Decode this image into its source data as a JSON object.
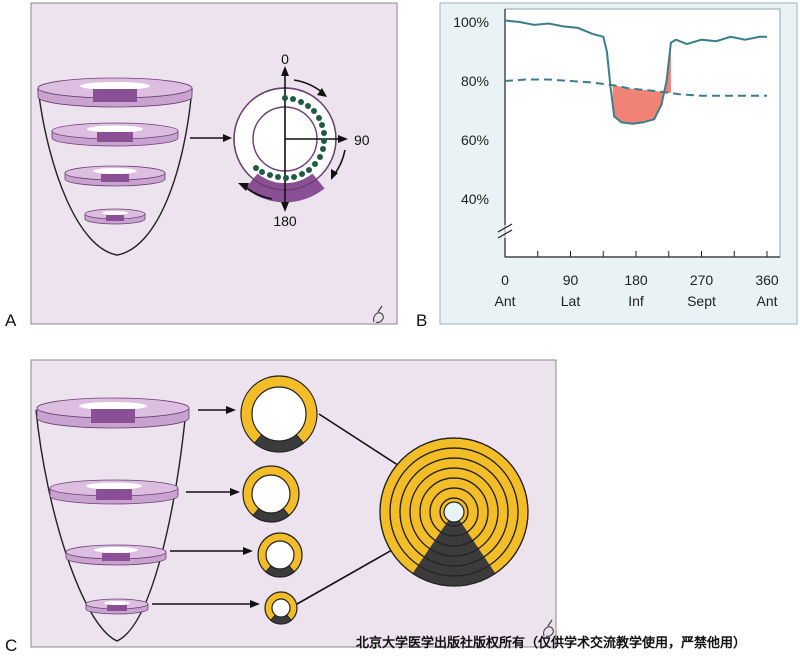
{
  "panels": {
    "a": {
      "label": "A",
      "angles": {
        "top": "0",
        "right": "90",
        "bottom": "180"
      }
    },
    "b": {
      "label": "B",
      "y_ticks": [
        "100%",
        "80%",
        "60%",
        "40%"
      ],
      "x_ticks": [
        {
          "value": "0",
          "name": "Ant"
        },
        {
          "value": "90",
          "name": "Lat"
        },
        {
          "value": "180",
          "name": "Inf"
        },
        {
          "value": "270",
          "name": "Sept"
        },
        {
          "value": "360",
          "name": "Ant"
        }
      ],
      "chart_data": {
        "type": "line",
        "x_unit_ticks": [
          0,
          90,
          180,
          270,
          360
        ],
        "series": [
          {
            "style": "solid",
            "color": "#3a7e8e",
            "x": [
              0,
              20,
              40,
              60,
              80,
              100,
              120,
              135,
              140,
              145,
              150,
              160,
              175,
              190,
              205,
              215,
              222,
              228,
              235,
              250,
              270,
              290,
              310,
              330,
              350,
              360
            ],
            "y": [
              100.5,
              100,
              99,
              99.5,
              98.5,
              98,
              96,
              95,
              90,
              78,
              68,
              66,
              65.5,
              66,
              67,
              72,
              80,
              93,
              94,
              92.5,
              94,
              93.5,
              95,
              94,
              95,
              95
            ]
          },
          {
            "style": "dashed",
            "color": "#3a7e8e",
            "x": [
              0,
              30,
              60,
              90,
              120,
              150,
              170,
              190,
              210,
              240,
              270,
              300,
              330,
              360
            ],
            "y": [
              80,
              80.5,
              80.5,
              80,
              79.5,
              78.5,
              77.5,
              77,
              76.5,
              75.5,
              75,
              75,
              75,
              75
            ]
          }
        ],
        "shaded_region": {
          "x_from": 148,
          "x_to": 228,
          "color": "#f08276"
        },
        "ylim": [
          30,
          102
        ],
        "xlim": [
          0,
          370
        ]
      }
    },
    "c": {
      "label": "C"
    }
  },
  "colors": {
    "panel_bg": "#ece3ee",
    "ring_light": "#d9b8dd",
    "ring_dark": "#8a4f95",
    "yellow": "#f3bd28",
    "dark_gray": "#3b3b3b",
    "dot_green": "#1e5a44",
    "chart_bg": "#e9f2f4",
    "line": "#3a7e8e",
    "defect": "#f08276"
  },
  "watermark": "北京大学医学出版社版权所有（仅供学术交流教学使用，严禁他用）"
}
